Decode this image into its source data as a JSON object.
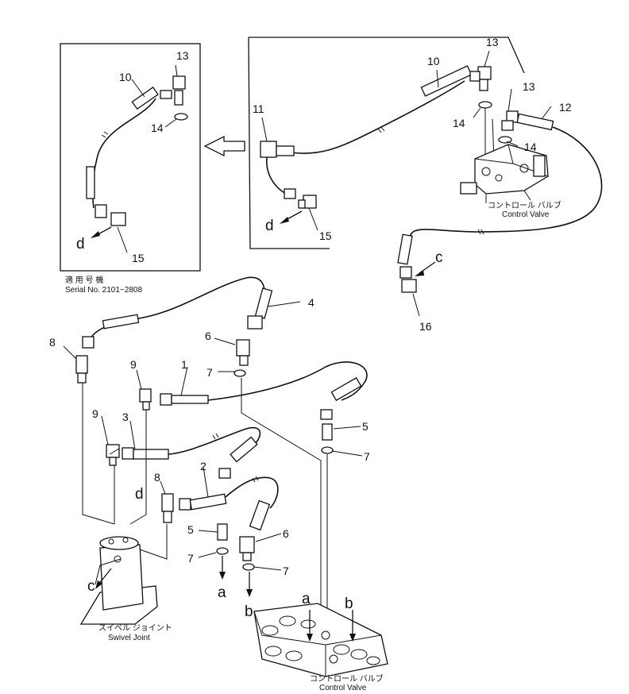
{
  "callouts": {
    "n1": "1",
    "n2": "2",
    "n3": "3",
    "n4": "4",
    "n5a": "5",
    "n5b": "5",
    "n6a": "6",
    "n6b": "6",
    "n7a": "7",
    "n7b": "7",
    "n7c": "7",
    "n7d": "7",
    "n8a": "8",
    "n8b": "8",
    "n9a": "9",
    "n9b": "9",
    "n10a": "10",
    "n10b": "10",
    "n11": "11",
    "n12": "12",
    "n13a": "13",
    "n13b": "13",
    "n13c": "13",
    "n14a": "14",
    "n14b": "14",
    "n14c": "14",
    "n15a": "15",
    "n15b": "15",
    "n16": "16"
  },
  "letters": {
    "d_inset": "d",
    "d_main": "d",
    "c_right": "c",
    "d_swivel": "d",
    "c_swivel": "c",
    "a_lower": "a",
    "b_lower": "b",
    "a_valve": "a",
    "b_valve": "b"
  },
  "labels": {
    "serial_jp": "適 用 号 機",
    "serial_en": "Serial No. 2101~2808",
    "control_valve_jp_top": "コントロール バルブ",
    "control_valve_en_top": "Control Valve",
    "swivel_jp": "スイベル ジョイント",
    "swivel_en": "Swivel Joint",
    "control_valve_jp_bottom": "コントロール バルブ",
    "control_valve_en_bottom": "Control Valve"
  }
}
